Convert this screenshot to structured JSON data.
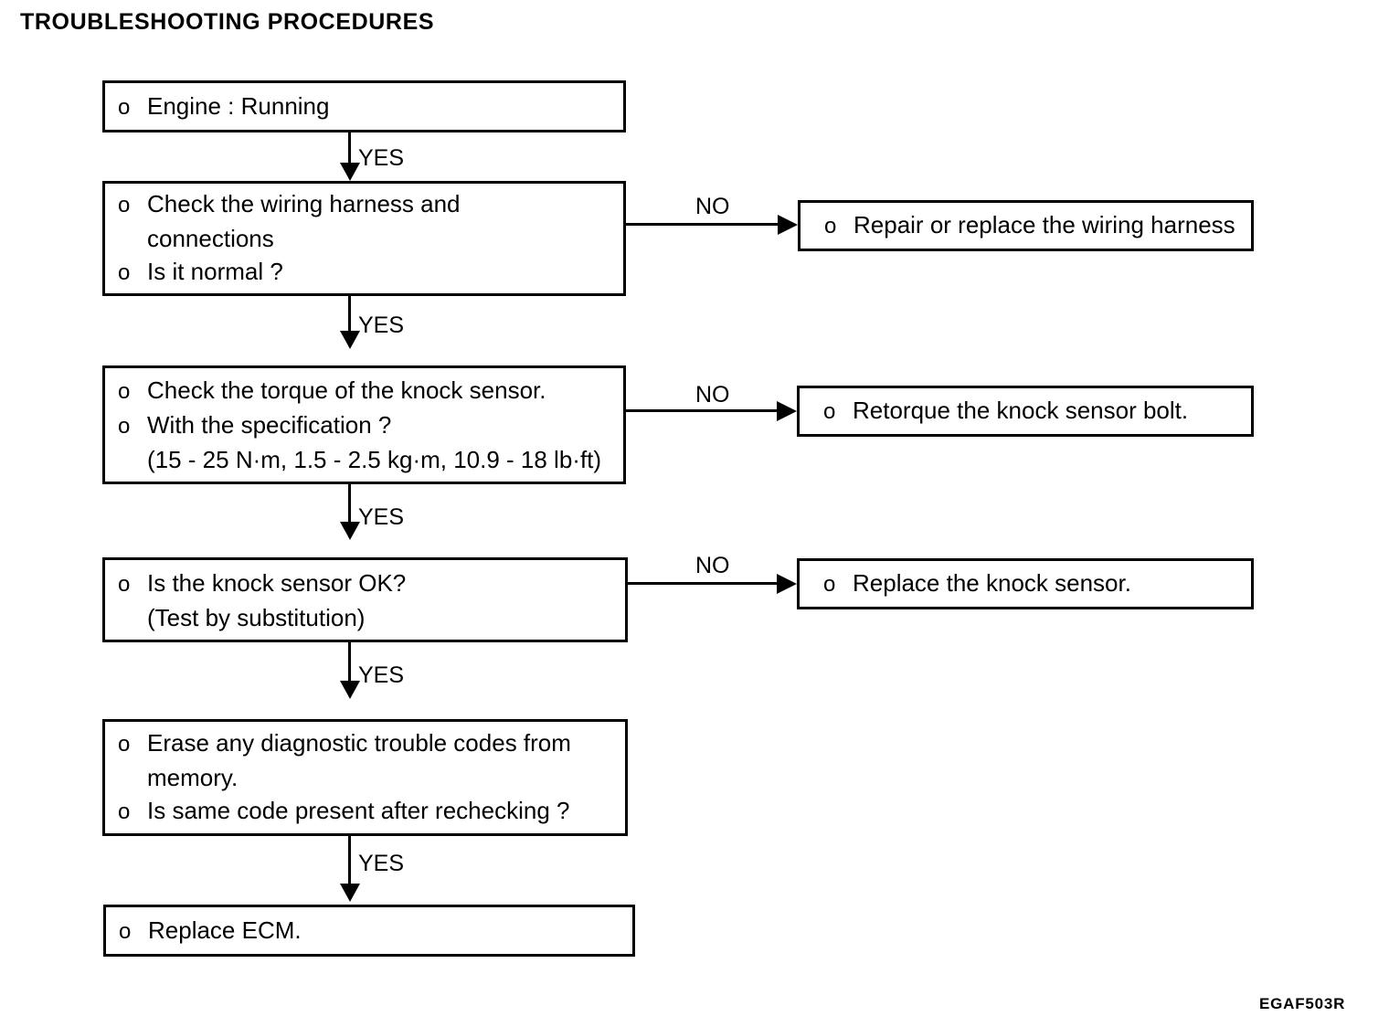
{
  "document": {
    "title": "TROUBLESHOOTING PROCEDURES",
    "figure_code": "EGAF503R",
    "ink_color": "#000000",
    "background_color": "#ffffff"
  },
  "flow": {
    "nodes": [
      {
        "id": "engine-running",
        "lines": [
          {
            "bullet": "o",
            "text": "Engine : Running"
          }
        ]
      },
      {
        "id": "check-wiring-harness",
        "lines": [
          {
            "bullet": "o",
            "text": "Check the wiring harness and"
          },
          {
            "bullet": "",
            "text": "connections"
          },
          {
            "bullet": "o",
            "text": "Is it normal ?"
          }
        ]
      },
      {
        "id": "repair-replace-wiring-harness",
        "lines": [
          {
            "bullet": "o",
            "text": "Repair or replace the wiring harness"
          }
        ]
      },
      {
        "id": "check-torque",
        "lines": [
          {
            "bullet": "o",
            "text": "Check the torque of the knock sensor."
          },
          {
            "bullet": "o",
            "text": "With the specification ?"
          },
          {
            "bullet": "",
            "text": "(15 - 25 N·m, 1.5 - 2.5 kg·m, 10.9 - 18 lb·ft)"
          }
        ]
      },
      {
        "id": "retorque-bolt",
        "lines": [
          {
            "bullet": "o",
            "text": "Retorque the knock sensor bolt."
          }
        ]
      },
      {
        "id": "knock-sensor-ok",
        "lines": [
          {
            "bullet": "o",
            "text": "Is the knock sensor OK?"
          },
          {
            "bullet": "",
            "text": "(Test by substitution)"
          }
        ]
      },
      {
        "id": "replace-knock-sensor",
        "lines": [
          {
            "bullet": "o",
            "text": "Replace the knock sensor."
          }
        ]
      },
      {
        "id": "erase-codes",
        "lines": [
          {
            "bullet": "o",
            "text": "Erase any diagnostic trouble codes from"
          },
          {
            "bullet": "",
            "text": "memory."
          },
          {
            "bullet": "o",
            "text": "Is same code present after rechecking ?"
          }
        ]
      },
      {
        "id": "replace-ecm",
        "lines": [
          {
            "bullet": "o",
            "text": "Replace ECM."
          }
        ]
      }
    ],
    "edge_labels": {
      "yes_1": "YES",
      "yes_2": "YES",
      "yes_3": "YES",
      "yes_4": "YES",
      "no_1": "NO",
      "no_2": "NO",
      "no_3": "NO"
    }
  }
}
